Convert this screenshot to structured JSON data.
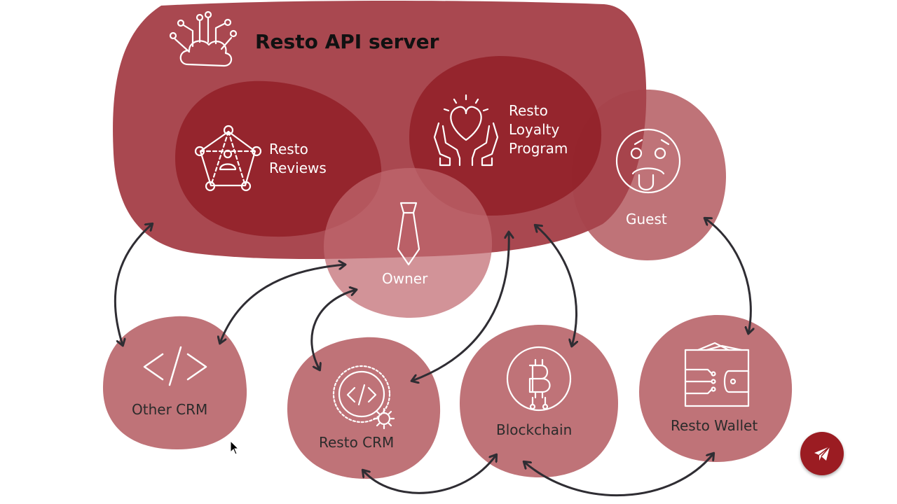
{
  "title": "Resto API server",
  "nodes": {
    "reviews": "Resto\nReviews",
    "loyalty": "Resto\nLoyalty\nProgram",
    "owner": "Owner",
    "guest": "Guest",
    "other_crm": "Other CRM",
    "resto_crm": "Resto CRM",
    "blockchain": "Blockchain",
    "wallet": "Resto Wallet"
  },
  "icons": {
    "server": "cloud-network-icon",
    "reviews": "network-person-icon",
    "loyalty": "hands-heart-icon",
    "owner": "tie-icon",
    "guest": "face-tongue-icon",
    "other_crm": "code-brackets-icon",
    "resto_crm": "code-gear-icon",
    "blockchain": "bitcoin-icon",
    "wallet": "wallet-icon",
    "send": "paper-plane-icon"
  },
  "colors": {
    "api_blob": "#a6424a",
    "dark_blob": "#8e1820",
    "light_blob": "#bf7378",
    "arrow": "#2f2d33",
    "send_button": "#9b1c22"
  }
}
